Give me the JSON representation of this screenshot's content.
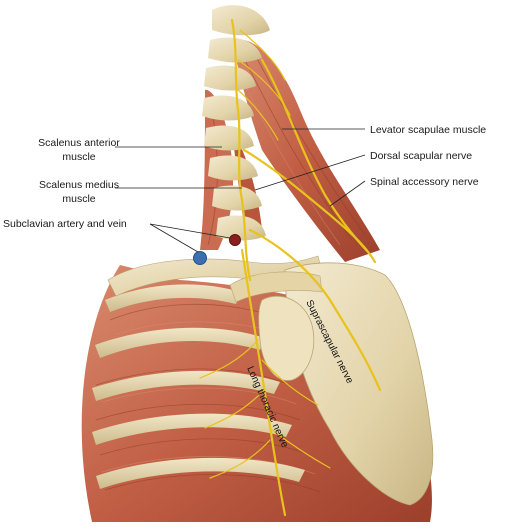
{
  "labels": {
    "levator_scapulae": "Levator scapulae muscle",
    "dorsal_scapular": "Dorsal scapular nerve",
    "spinal_accessory": "Spinal accessory nerve",
    "scalenus_anterior_1": "Scalenus anterior",
    "scalenus_anterior_2": "muscle",
    "scalenus_medius_1": "Scalenus medius",
    "scalenus_medius_2": "muscle",
    "subclavian": "Subclavian artery and vein",
    "suprascapular": "Suprascapular nerve",
    "long_thoracic": "Long thoracic nerve"
  },
  "colors": {
    "muscle": "#c8684f",
    "muscle_dark": "#9a3e2a",
    "bone": "#e9dcb6",
    "bone_shadow": "#c9b98c",
    "nerve": "#e8c21d",
    "vein": "#3d6fb0",
    "artery": "#8a1f1f"
  }
}
